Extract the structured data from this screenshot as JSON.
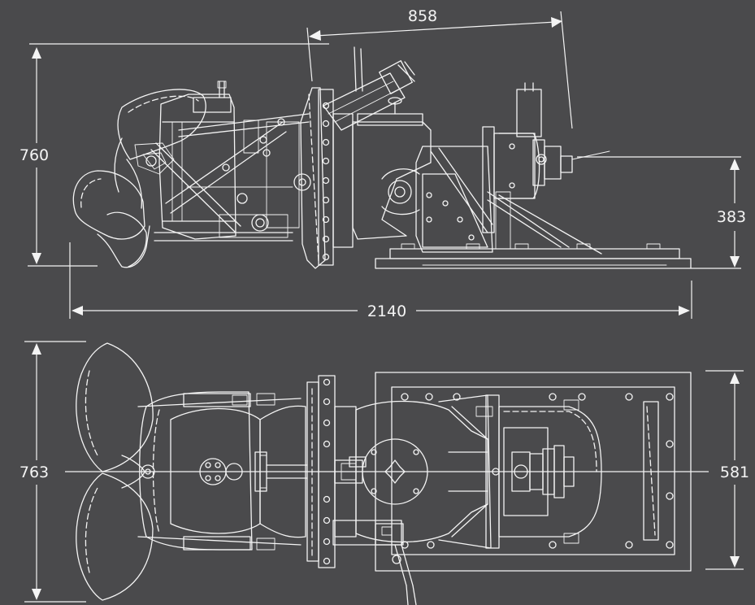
{
  "dimensions": {
    "length_top": "858",
    "height_left": "760",
    "height_right": "383",
    "total_width": "2140",
    "width_left": "763",
    "width_right": "581"
  },
  "colors": {
    "background": "#4a4a4c",
    "line": "#f4f4f4"
  }
}
